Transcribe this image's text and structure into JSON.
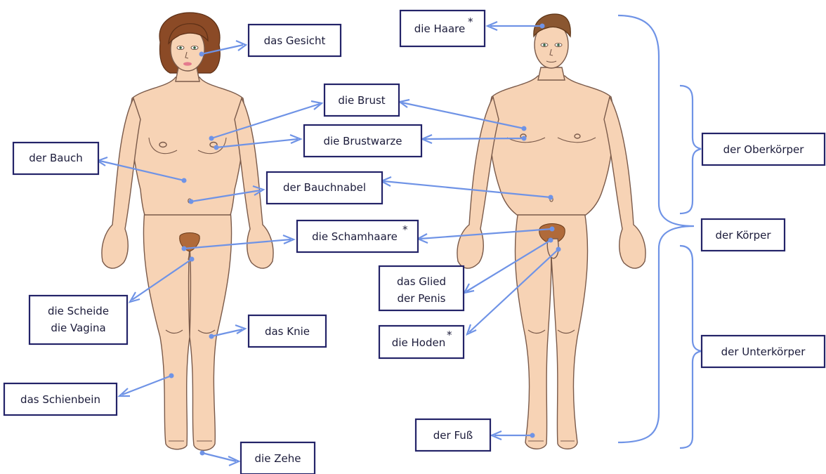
{
  "labels": {
    "gesicht": "das Gesicht",
    "haare": "die Haare",
    "brust": "die Brust",
    "brustwarze": "die Brustwarze",
    "bauch": "der Bauch",
    "bauchnabel": "der Bauchnabel",
    "schamhaare": "die Schamhaare",
    "scheide_1": "die Scheide",
    "scheide_2": "die Vagina",
    "glied_1": "das Glied",
    "glied_2": "der Penis",
    "knie": "das Knie",
    "hoden": "die Hoden",
    "schienbein": "das Schienbein",
    "fuss": "der Fuß",
    "zehe": "die Zehe",
    "oberkoerper": "der Oberkörper",
    "koerper": "der Körper",
    "unterkoerper": "der Unterkörper",
    "asterisk": "*"
  },
  "colors": {
    "connector": "#6f93e6",
    "box_border": "#232368",
    "skin": "#f7d3b5",
    "female_hair": "#8b4a26",
    "male_hair": "#8a5630"
  }
}
